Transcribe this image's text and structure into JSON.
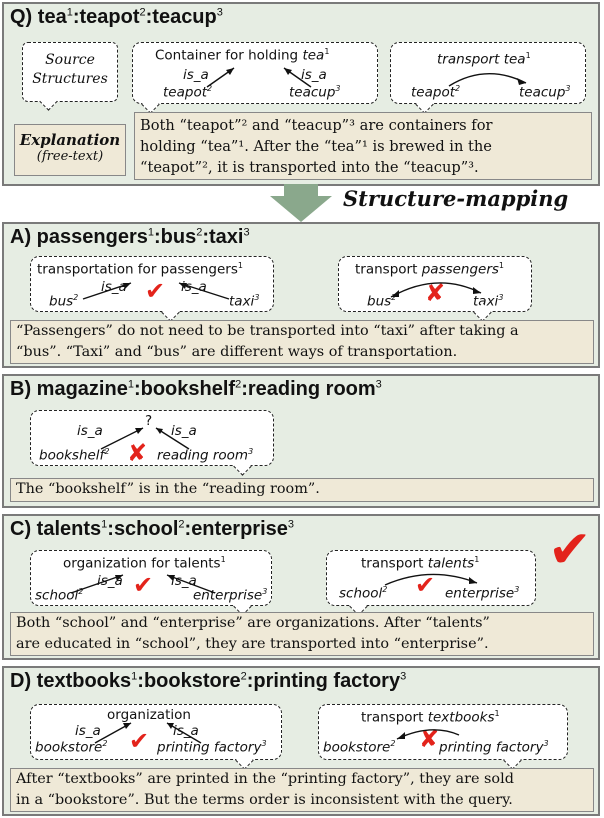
{
  "colors": {
    "panel_bg": "#e6ede3",
    "explain_bg": "#efe9d7",
    "mark": "#e3231b",
    "arrow": "#8aa88c"
  },
  "query": {
    "label": "Q)",
    "terms": [
      "tea",
      "teapot",
      "teacup"
    ],
    "source_label": "Source Structures",
    "explanation_label": "Explanation",
    "explanation_sub": "(free-text)",
    "bubble1": {
      "relation": "Container for holding",
      "rel_term": "tea",
      "left_isa": "is_a",
      "right_isa": "is_a",
      "left": "teapot",
      "right": "teacup"
    },
    "bubble2": {
      "relation": "transport",
      "rel_term": "tea",
      "left": "teapot",
      "right": "teacup"
    },
    "explanation_lines": [
      "Both “teapot”² and “teacup”³ are containers for",
      "holding “tea”¹. After the “tea”¹ is brewed in the",
      "“teapot”², it is transported into the “teacup”³."
    ]
  },
  "mapping_label": "Structure-mapping",
  "panelA": {
    "label": "A)",
    "terms": [
      "passengers",
      "bus",
      "taxi"
    ],
    "bubble1": {
      "relation": "transportation for passengers",
      "isa": "is_a",
      "left": "bus",
      "right": "taxi",
      "mark": "check"
    },
    "bubble2": {
      "relation": "transport",
      "rel_term": "passengers",
      "left": "bus",
      "right": "taxi",
      "mark": "cross"
    },
    "explanation_lines": [
      "“Passengers” do not need to be transported into “taxi” after taking a",
      "“bus”. “Taxi” and “bus” are different ways of transportation."
    ]
  },
  "panelB": {
    "label": "B)",
    "terms": [
      "magazine",
      "bookshelf",
      "reading room"
    ],
    "bubble1": {
      "relation": "?",
      "isa": "is_a",
      "left": "bookshelf",
      "right": "reading room",
      "mark": "cross"
    },
    "explanation_lines": [
      "The “bookshelf” is in the “reading room”."
    ]
  },
  "panelC": {
    "label": "C)",
    "terms": [
      "talents",
      "school",
      "enterprise"
    ],
    "bubble1": {
      "relation": "organization for talents",
      "isa": "is_a",
      "left": "school",
      "right": "enterprise",
      "mark": "check"
    },
    "bubble2": {
      "relation": "transport",
      "rel_term": "talents",
      "left": "school",
      "right": "enterprise",
      "mark": "check"
    },
    "overall_mark": "check",
    "explanation_lines": [
      "Both “school” and “enterprise” are organizations. After “talents”",
      "are educated in “school”, they are transported into “enterprise”."
    ]
  },
  "panelD": {
    "label": "D)",
    "terms": [
      "textbooks",
      "bookstore",
      "printing factory"
    ],
    "bubble1": {
      "relation": "organization",
      "isa": "is_a",
      "left": "bookstore",
      "right": "printing factory",
      "mark": "check"
    },
    "bubble2": {
      "relation": "transport",
      "rel_term": "textbooks",
      "left": "bookstore",
      "right": "printing factory",
      "mark": "cross"
    },
    "explanation_lines": [
      "After “textbooks” are printed in the “printing factory”, they are sold",
      "in a “bookstore”. But the terms order is inconsistent with the query."
    ]
  }
}
